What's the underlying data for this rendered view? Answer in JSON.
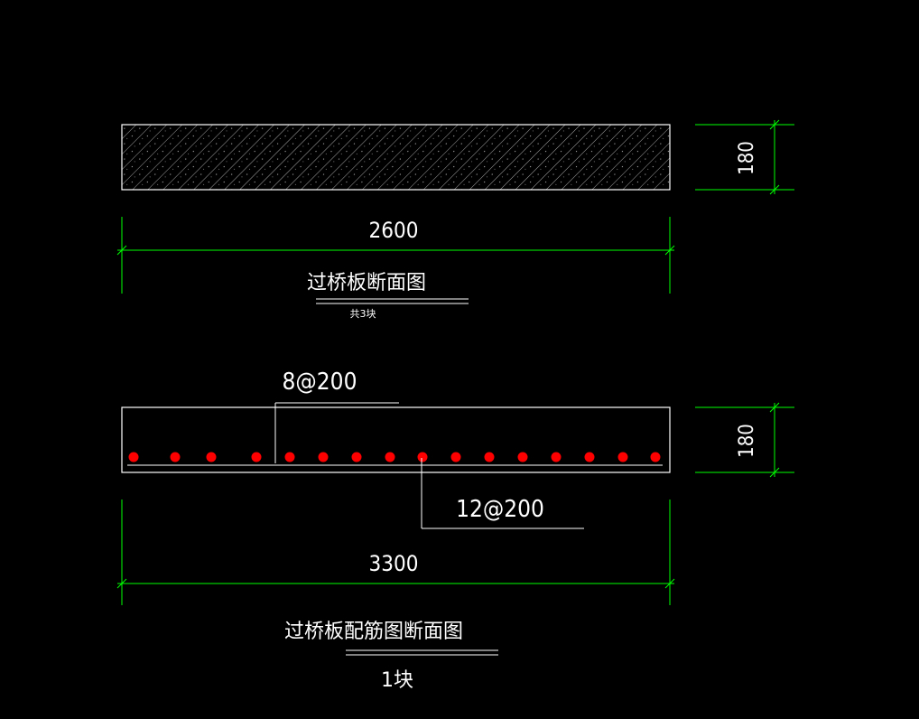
{
  "colors": {
    "background": "#000000",
    "outline": "#ffffff",
    "dimension": "#00ff00",
    "rebar_dot": "#ff0000",
    "text": "#ffffff"
  },
  "section1": {
    "title": "过桥板断面图",
    "subtitle": "共3块",
    "width_label": "2600",
    "height_label": "180"
  },
  "section2": {
    "title": "过桥板配筋图断面图",
    "subtitle": "1块",
    "width_label": "3300",
    "height_label": "180",
    "top_rebar_label": "8@200",
    "bottom_rebar_label": "12@200",
    "bar_count": 16
  }
}
